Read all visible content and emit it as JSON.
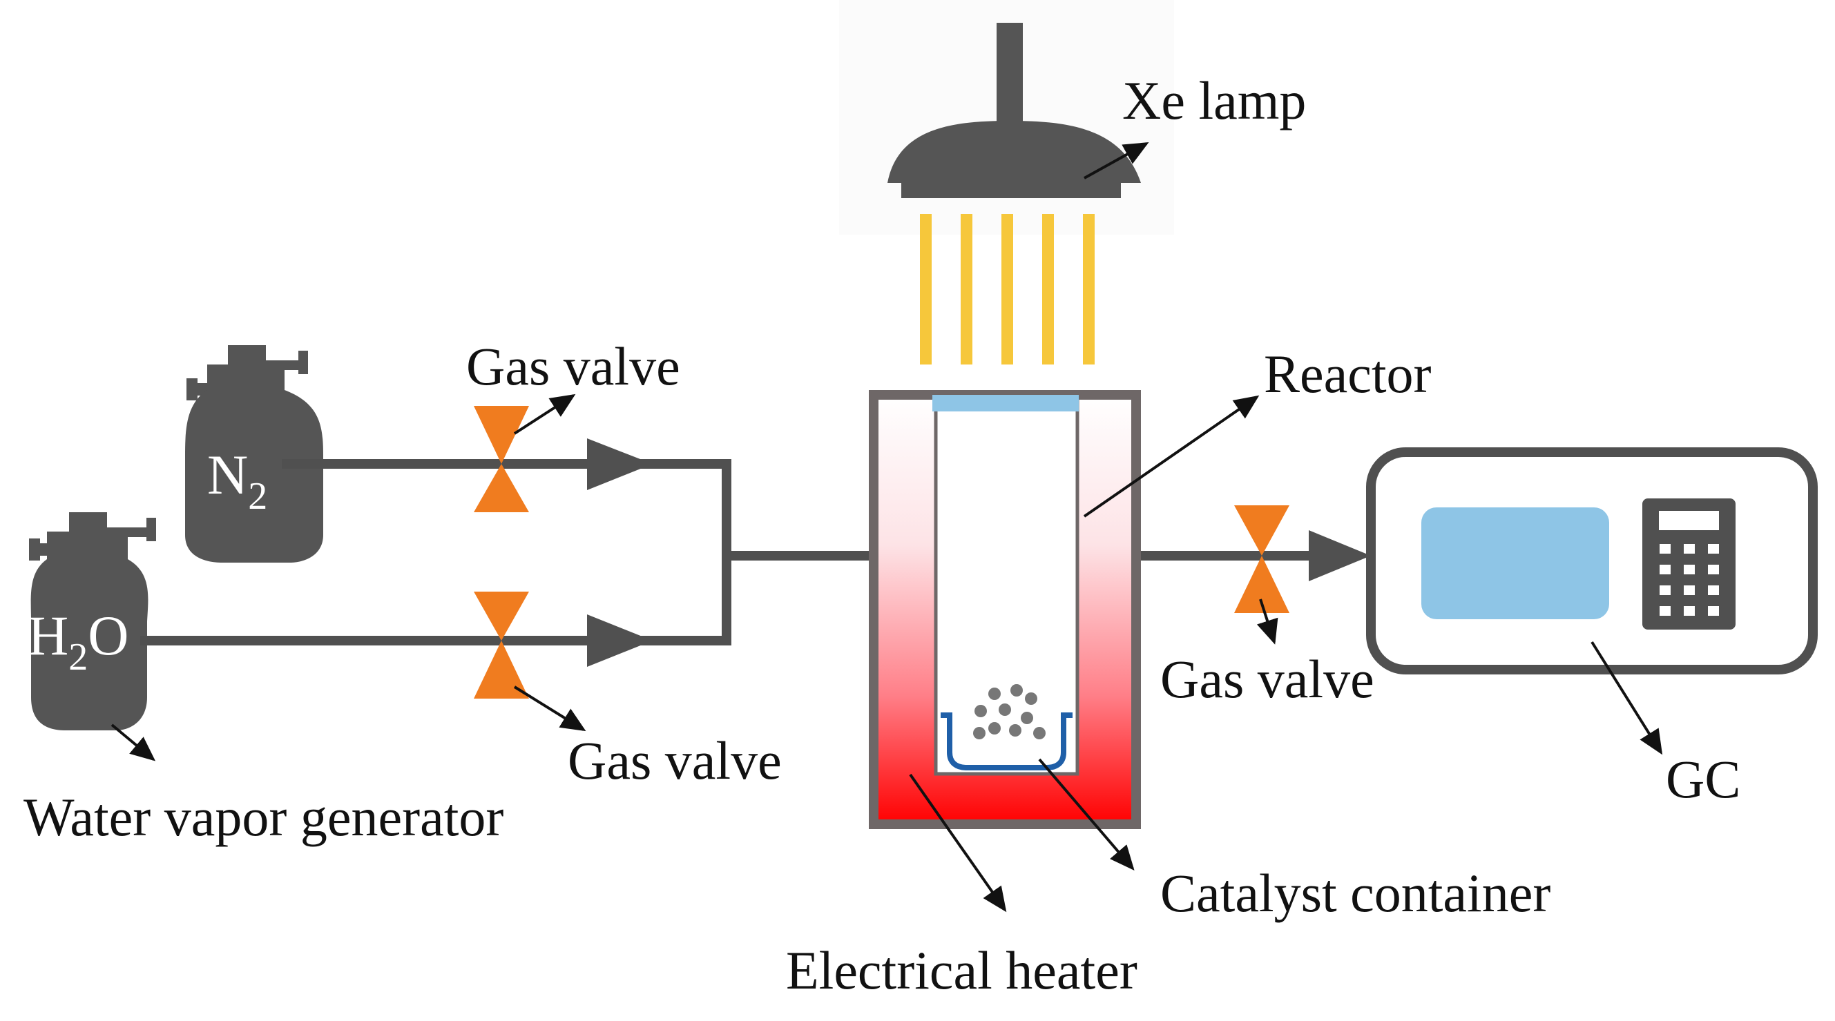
{
  "labels": {
    "xe_lamp": "Xe lamp",
    "reactor": "Reactor",
    "gas_valve_top": "Gas valve",
    "gas_valve_bottom": "Gas valve",
    "gas_valve_right": "Gas valve",
    "water_vapor_generator": "Water vapor generator",
    "electrical_heater": "Electrical heater",
    "catalyst_container": "Catalyst container",
    "gc": "GC"
  },
  "cylinders": {
    "n2": {
      "main": "N",
      "sub": "2"
    },
    "h2o": {
      "main_a": "H",
      "sub": "2",
      "main_b": "O"
    }
  },
  "colors": {
    "pipe": "#505050",
    "valve": "#f07c1f",
    "light_beam": "#f6c73b",
    "window": "#8ec5e6",
    "screen": "#8ec5e6",
    "heater_hot": "#ff0000",
    "catalyst_tray": "#1f5fa8"
  }
}
